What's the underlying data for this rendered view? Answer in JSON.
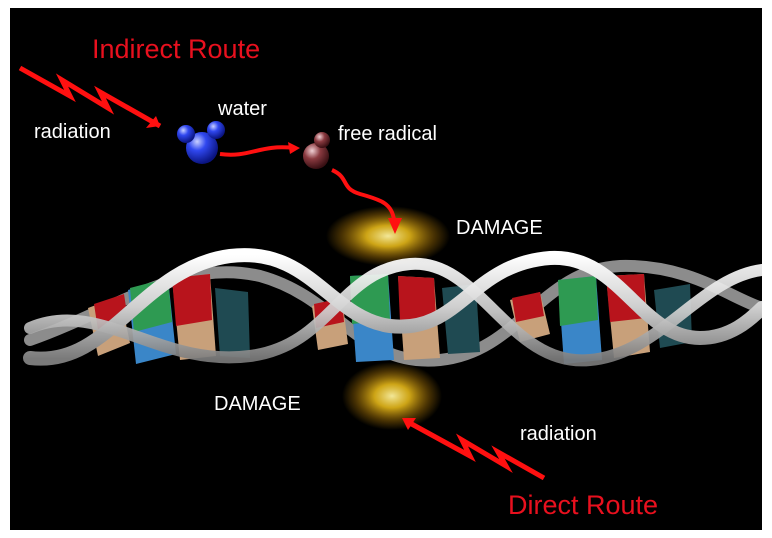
{
  "labels": {
    "indirect_route": "Indirect Route",
    "radiation_top": "radiation",
    "water": "water",
    "free_radical": "free radical",
    "damage_top": "DAMAGE",
    "damage_bottom": "DAMAGE",
    "radiation_bottom": "radiation",
    "direct_route": "Direct Route"
  },
  "colors": {
    "background": "#000000",
    "route_text": "#e8101e",
    "radiation_bolt": "#ff1010",
    "label_text": "#ffffff",
    "water_molecule": "#2a3cf0",
    "free_radical_molecule": "#8a3a40",
    "damage_glow": "#f2c21a",
    "dna_backbone": "#d8d8d8",
    "base_red": "#b8141c",
    "base_green": "#2e9a52",
    "base_blue": "#3a86c8",
    "base_tan": "#c8a07a",
    "base_dark_teal": "#1f4a52"
  },
  "icons": {
    "top_bolt": "lightning-bolt-icon",
    "bottom_bolt": "lightning-bolt-icon",
    "water": "water-molecule-icon",
    "free_radical": "free-radical-molecule-icon"
  }
}
